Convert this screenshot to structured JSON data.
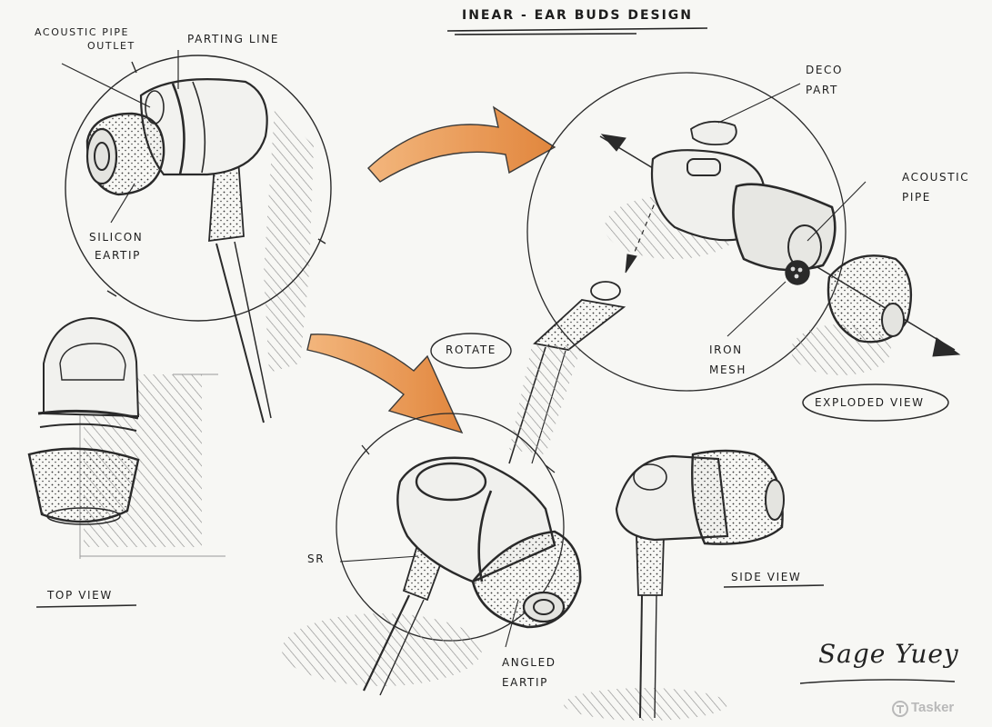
{
  "sheet": {
    "title": "INEAR - EAR BUDS DESIGN",
    "signature": "Sage Yuey",
    "watermark": "Tasker"
  },
  "callouts": {
    "acoustic_pipe_outlet": [
      "ACOUSTIC PIPE",
      "OUTLET"
    ],
    "parting_line": "PARTING LINE",
    "silicon_eartip": [
      "SILICON",
      "EARTIP"
    ],
    "top_view": "TOP VIEW",
    "rotate": "ROTATE",
    "sr": "SR",
    "angled_eartip": [
      "ANGLED",
      "EARTIP"
    ],
    "side_view": "SIDE VIEW",
    "deco_part": [
      "DECO",
      "PART"
    ],
    "acoustic_pipe": [
      "ACOUSTIC",
      "PIPE"
    ],
    "iron_mesh": [
      "IRON",
      "MESH"
    ],
    "exploded_view": "EXPLODED VIEW"
  },
  "colors": {
    "ink": "#2a2a2a",
    "pencil_shade": "#9a9a9a",
    "marker_orange": "#e9934a",
    "paper": "#f7f7f4"
  }
}
